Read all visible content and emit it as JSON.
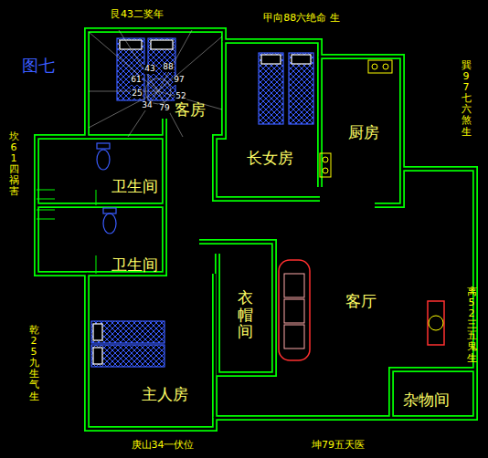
{
  "diagram": {
    "nodes": [
      {
        "text": [
          "客房"
        ]
      },
      {
        "text": [
          "长女房"
        ]
      },
      {
        "text": [
          "厨房"
        ]
      },
      {
        "text": [
          "卫生间"
        ]
      },
      {
        "text": [
          "卫生间"
        ]
      },
      {
        "text": [
          "衣帽间"
        ]
      },
      {
        "text": [
          "客厅"
        ]
      },
      {
        "text": [
          "主人房"
        ]
      },
      {
        "text": [
          "杂物间"
        ]
      }
    ],
    "labels": [
      "图七",
      "艮43二奖年",
      "甲向88六绝命 生",
      "巽97七六煞生",
      "坎61四祸害",
      "乾25九生气生",
      "离52三五鬼生",
      "庚山34一伏位",
      "坤79五天医",
      "43",
      "88",
      "97",
      "61",
      "52",
      "25",
      "34",
      "79"
    ]
  }
}
